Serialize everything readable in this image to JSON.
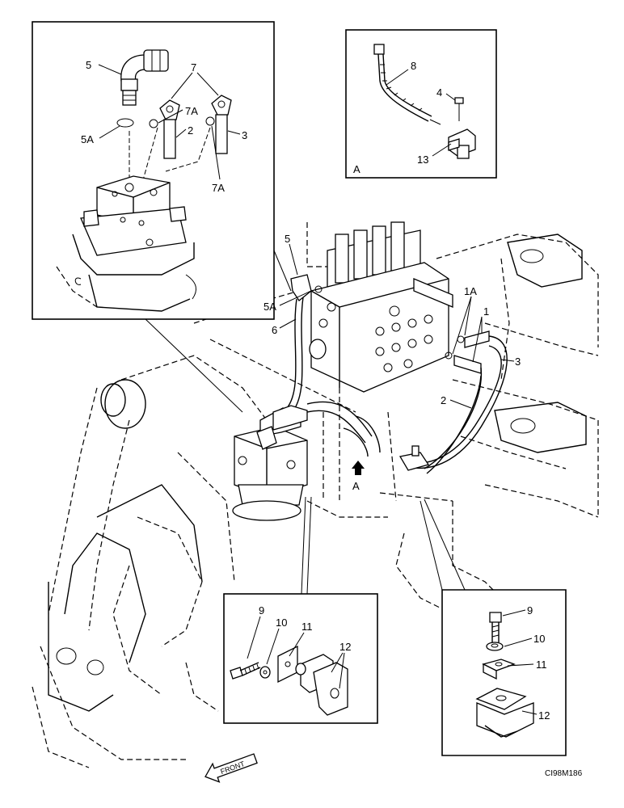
{
  "callouts": {
    "detail_top": {
      "c5": "5",
      "c7": "7",
      "c7a_1": "7A",
      "c5a": "5A",
      "c2": "2",
      "c3": "3",
      "c7a_2": "7A"
    },
    "detail_a": {
      "c8": "8",
      "c4": "4",
      "c13": "13",
      "view": "A"
    },
    "main": {
      "c5": "5",
      "c1a": "1A",
      "c1": "1",
      "c5a": "5A",
      "c6": "6",
      "c3": "3",
      "c2": "2",
      "view_a": "A"
    },
    "detail_left": {
      "c9": "9",
      "c10": "10",
      "c11": "11",
      "c12": "12"
    },
    "detail_right": {
      "c9": "9",
      "c10": "10",
      "c11": "11",
      "c12": "12"
    }
  },
  "front_label": "FRONT",
  "drawing_code": "CI98M186"
}
